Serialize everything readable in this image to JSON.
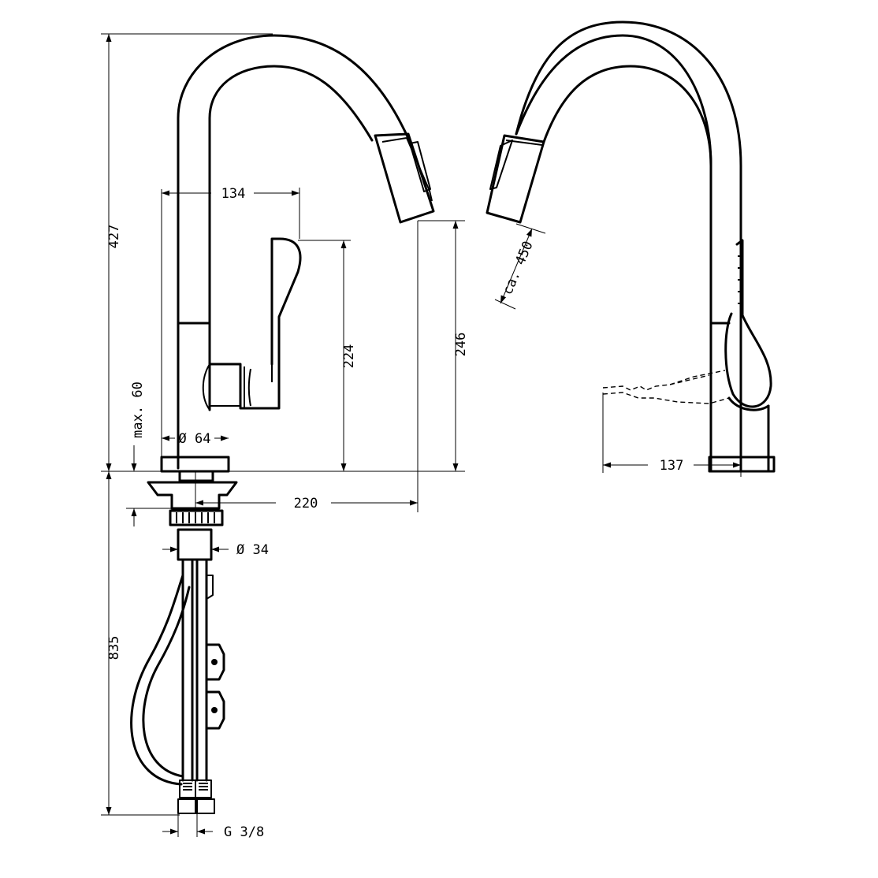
{
  "side_view": {
    "dimensions": {
      "total_height": "427",
      "spout_to_lever": "134",
      "lever_height": "224",
      "spout_outlet_height": "246",
      "max_deck_thickness": "max. 60",
      "body_diameter": "Ø 64",
      "spout_reach": "220",
      "shank_diameter": "Ø 34",
      "hose_length_below": "835",
      "connection_thread": "G 3/8"
    }
  },
  "front_view": {
    "dimensions": {
      "pull_out_length": "ca. 450",
      "lever_swing": "137"
    }
  },
  "colors": {
    "line": "#000000",
    "background": "#ffffff"
  }
}
